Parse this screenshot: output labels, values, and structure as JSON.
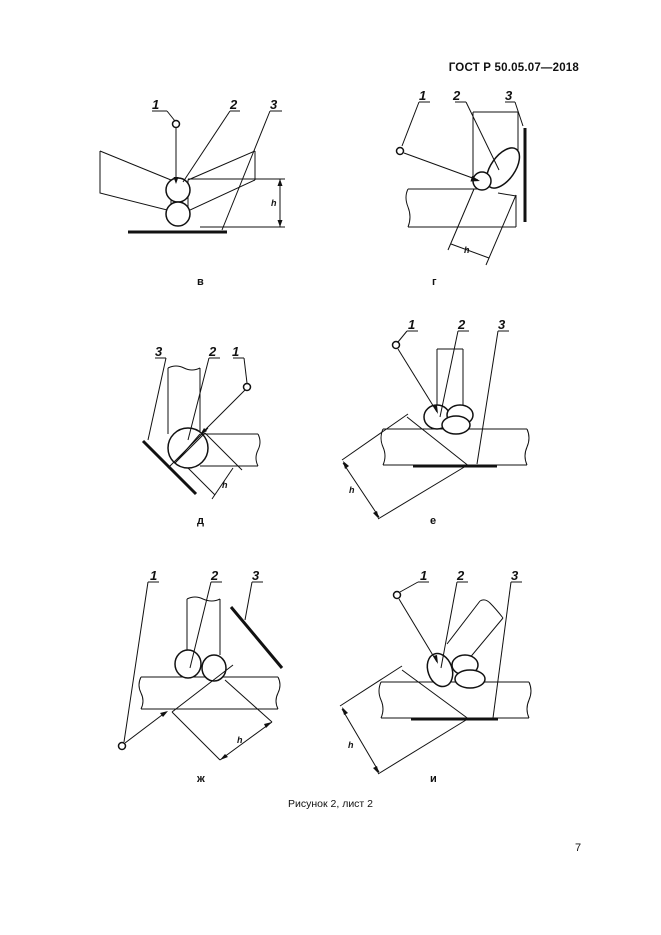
{
  "header": {
    "standard": "ГОСТ Р 50.05.07—2018"
  },
  "callouts": [
    "1",
    "2",
    "3"
  ],
  "dimension_label": "h",
  "subfigures": [
    {
      "id": "v",
      "label": "в"
    },
    {
      "id": "g",
      "label": "г"
    },
    {
      "id": "d",
      "label": "д"
    },
    {
      "id": "e",
      "label": "е"
    },
    {
      "id": "zh",
      "label": "ж"
    },
    {
      "id": "i",
      "label": "и"
    }
  ],
  "caption": "Рисунок 2, лист 2",
  "page_number": "7"
}
